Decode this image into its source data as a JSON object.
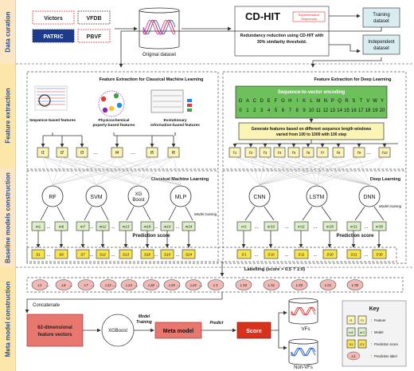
{
  "stages": [
    "Data curation",
    "Feature extraction",
    "Baseline models construction",
    "Meta model construction"
  ],
  "sources": [
    "Victors",
    "VFDB",
    "PATRIC",
    "PBVF"
  ],
  "original_dataset": "Original dataset",
  "cdhit": {
    "title": "CD-HIT",
    "badge": "Representative Sequences",
    "caption_line1": "Redundancy reduction using CD-HIT with",
    "caption_line2": "30% similarity threshold."
  },
  "training_dataset": [
    "Training",
    "dataset"
  ],
  "independent_dataset": [
    "Independent",
    "dataset"
  ],
  "fe_classical": {
    "title": "Feature Extraction for Classical Machine Learning",
    "groups": [
      {
        "lines": [
          "Sequence-based features"
        ]
      },
      {
        "lines": [
          "Physicochemical",
          "poperty-based features"
        ]
      },
      {
        "lines": [
          "Evolutionary",
          "information-based features"
        ]
      }
    ],
    "features": [
      "f1",
      "f2",
      "f3",
      "f4",
      "f5",
      "f6"
    ]
  },
  "fe_deep": {
    "title": "Feature Extraction for Deep Learning",
    "s2v_title": "Sequence-to-vector encoding",
    "alphabet": [
      "O",
      "A",
      "C",
      "D",
      "E",
      "F",
      "G",
      "H",
      "I",
      "K",
      "L",
      "M",
      "N",
      "P",
      "Q",
      "R",
      "S",
      "T",
      "V",
      "W",
      "Y"
    ],
    "numbers": [
      "0",
      "1",
      "2",
      "3",
      "4",
      "5",
      "6",
      "7",
      "8",
      "9",
      "10",
      "11",
      "12",
      "13",
      "14",
      "15",
      "16",
      "17",
      "18",
      "19",
      "20"
    ],
    "windows_line1": "Generate features based on different sequence length windows",
    "windows_line2": "varied from 100 to 1000 with 100 step",
    "features": [
      "f'1",
      "f'2",
      "f'3",
      "f'4",
      "f'5",
      "f'6",
      "f'7",
      "f'8",
      "f'9",
      "f'10"
    ]
  },
  "classical_ml": {
    "title": "Classical Machine Learning",
    "models": [
      "RF",
      "SVM",
      "XG Boost",
      "MLP"
    ],
    "model_labels": [
      "m1",
      "m6",
      "m7",
      "m12",
      "m13",
      "m18",
      "m19",
      "m24"
    ],
    "training_note": "Model training"
  },
  "deep_ml": {
    "title": "Deep Learning",
    "models": [
      "CNN",
      "LSTM",
      "DNN"
    ],
    "model_labels": [
      "m'1",
      "m'10",
      "m'11",
      "m'20",
      "m'21",
      "m'30"
    ],
    "training_note": "Model training"
  },
  "prediction_score": "Prediction score",
  "scores_classical": [
    "S1",
    "S6",
    "S7",
    "S12",
    "S13",
    "S18",
    "S19",
    "S24"
  ],
  "scores_deep": [
    "S'1",
    "S'10",
    "S'11",
    "S'20",
    "S'21",
    "S'30"
  ],
  "labelling": "Labelling (score > 0.5 ? 1:0)",
  "labels": [
    "L1",
    "L6",
    "L7",
    "L12",
    "L13",
    "L18",
    "L19",
    "L24",
    "L'1",
    "L'10",
    "L'11",
    "L'20",
    "L'21",
    "L'30"
  ],
  "concatenate": "Concatenate",
  "feature_vectors": [
    "62-dimensional",
    "feature vectors"
  ],
  "xgboost": "XGBoost",
  "model_training": [
    "Model",
    "Training"
  ],
  "meta_model": "Meta model",
  "predict": "Predict",
  "score": "Score",
  "vfs": "VFs",
  "non_vfs": "Non-VFs",
  "key": {
    "title": "Key",
    "rows": [
      {
        "a": "f1",
        "b": "f'1",
        "label": "Feature"
      },
      {
        "a": "m1",
        "b": "m'1",
        "label": "Model"
      },
      {
        "a": "S1",
        "b": "S'1",
        "label": "Prediction score"
      },
      {
        "a": "L1",
        "b": "",
        "label": "Prediction label"
      }
    ]
  },
  "colors": {
    "band": "#fde6c2",
    "feature": "#fbf4b5",
    "model": "#dcefc9",
    "score": "#f7e34a",
    "label": "#f2b8b4",
    "meta": "#e8776f",
    "score_red": "#d9321c",
    "teal": "#d9ecef",
    "green": "#6ec05c"
  }
}
